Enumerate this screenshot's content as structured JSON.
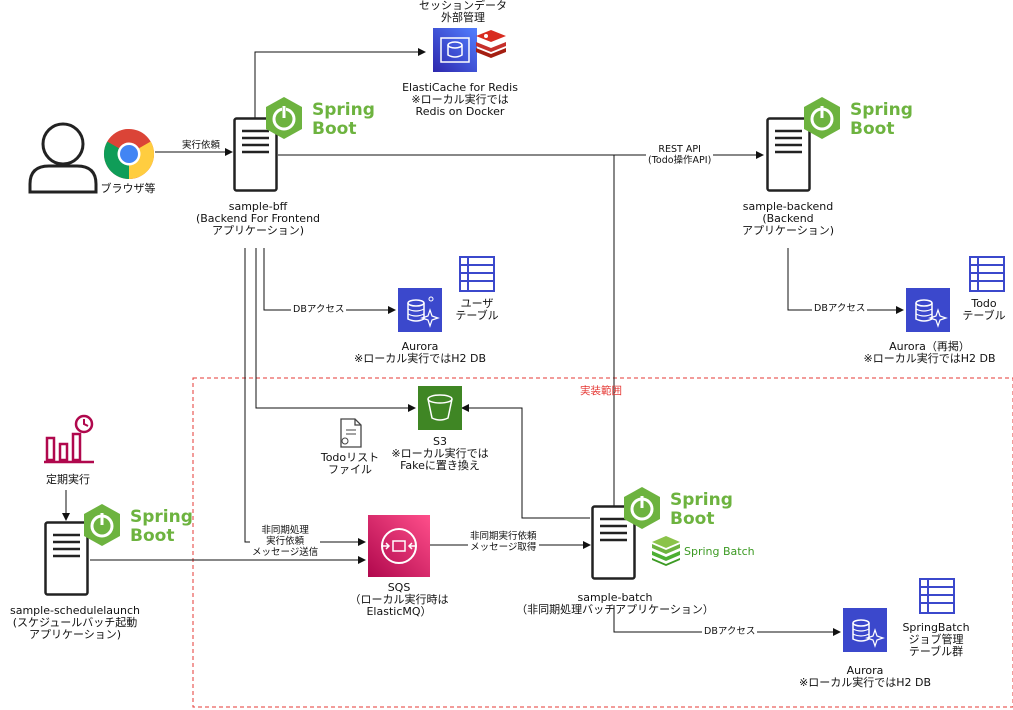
{
  "region": {
    "label": "実装範囲",
    "color": "#e53935"
  },
  "nodes": {
    "user": {
      "label": "ブラウザ等"
    },
    "bff": {
      "label": "sample-bff\n(Backend For Frontend\nアプリケーション)"
    },
    "backend": {
      "label": "sample-backend\n(Backend\nアプリケーション)"
    },
    "elasticache": {
      "title": "セッションデータ\n外部管理",
      "label": "ElastiCache for Redis\n※ローカル実行では\nRedis on Docker"
    },
    "aurora_user": {
      "label": "Aurora\n※ローカル実行ではH2 DB",
      "table_label": "ユーザ\nテーブル"
    },
    "aurora_todo": {
      "label": "Aurora（再掲）\n※ローカル実行ではH2 DB",
      "table_label": "Todo\nテーブル"
    },
    "aurora_batch": {
      "label": "Aurora\n※ローカル実行ではH2 DB",
      "table_label": "SpringBatch\nジョブ管理\nテーブル群"
    },
    "s3": {
      "label": "S3\n※ローカル実行では\nFakeに置き換え"
    },
    "todo_file": {
      "label": "Todoリスト\nファイル"
    },
    "sqs": {
      "label": "SQS\n（ローカル実行時は\nElasticMQ）"
    },
    "schedule": {
      "label": "sample-schedulelaunch\n(スケジュールバッチ起動\nアプリケーション)",
      "trigger_label": "定期実行"
    },
    "batch": {
      "label": "sample-batch\n（非同期処理バッチアプリケーション）",
      "tag": "Spring Batch"
    }
  },
  "edges": {
    "exec_request": "実行依頼",
    "rest_api": "REST API\n(Todo操作API)",
    "db_access_bff": "DBアクセス",
    "db_access_backend": "DBアクセス",
    "db_access_batch": "DBアクセス",
    "async_send": "非同期処理\n実行依頼\nメッセージ送信",
    "async_receive": "非同期実行依頼\nメッセージ取得"
  },
  "spring_boot": {
    "text": "Spring\nBoot",
    "color": "#6db33f"
  },
  "colors": {
    "aws_blue": "#3b48cc",
    "sqs_pink": "#e7157b",
    "s3_green": "#3f8624",
    "redis_red": "#c6302b",
    "chart_pink": "#b0084d",
    "server_stroke": "#222222"
  }
}
